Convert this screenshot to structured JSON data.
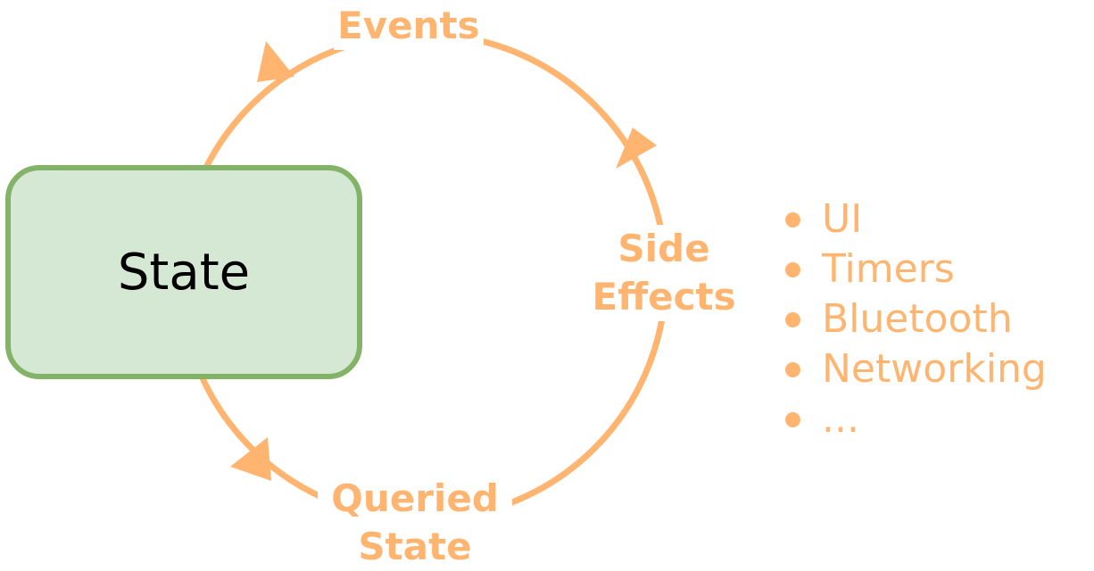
{
  "colors": {
    "cycle": "#ffb570",
    "state_fill": "#d5e8d4",
    "state_border": "#82b366",
    "state_text": "#000000"
  },
  "state": {
    "label": "State"
  },
  "cycle_labels": {
    "events": "Events",
    "side_effects_line1": "Side",
    "side_effects_line2": "Effects",
    "queried_state_line1": "Queried",
    "queried_state_line2": "State"
  },
  "side_effects_list": [
    "UI",
    "Timers",
    "Bluetooth",
    "Networking",
    "..."
  ]
}
